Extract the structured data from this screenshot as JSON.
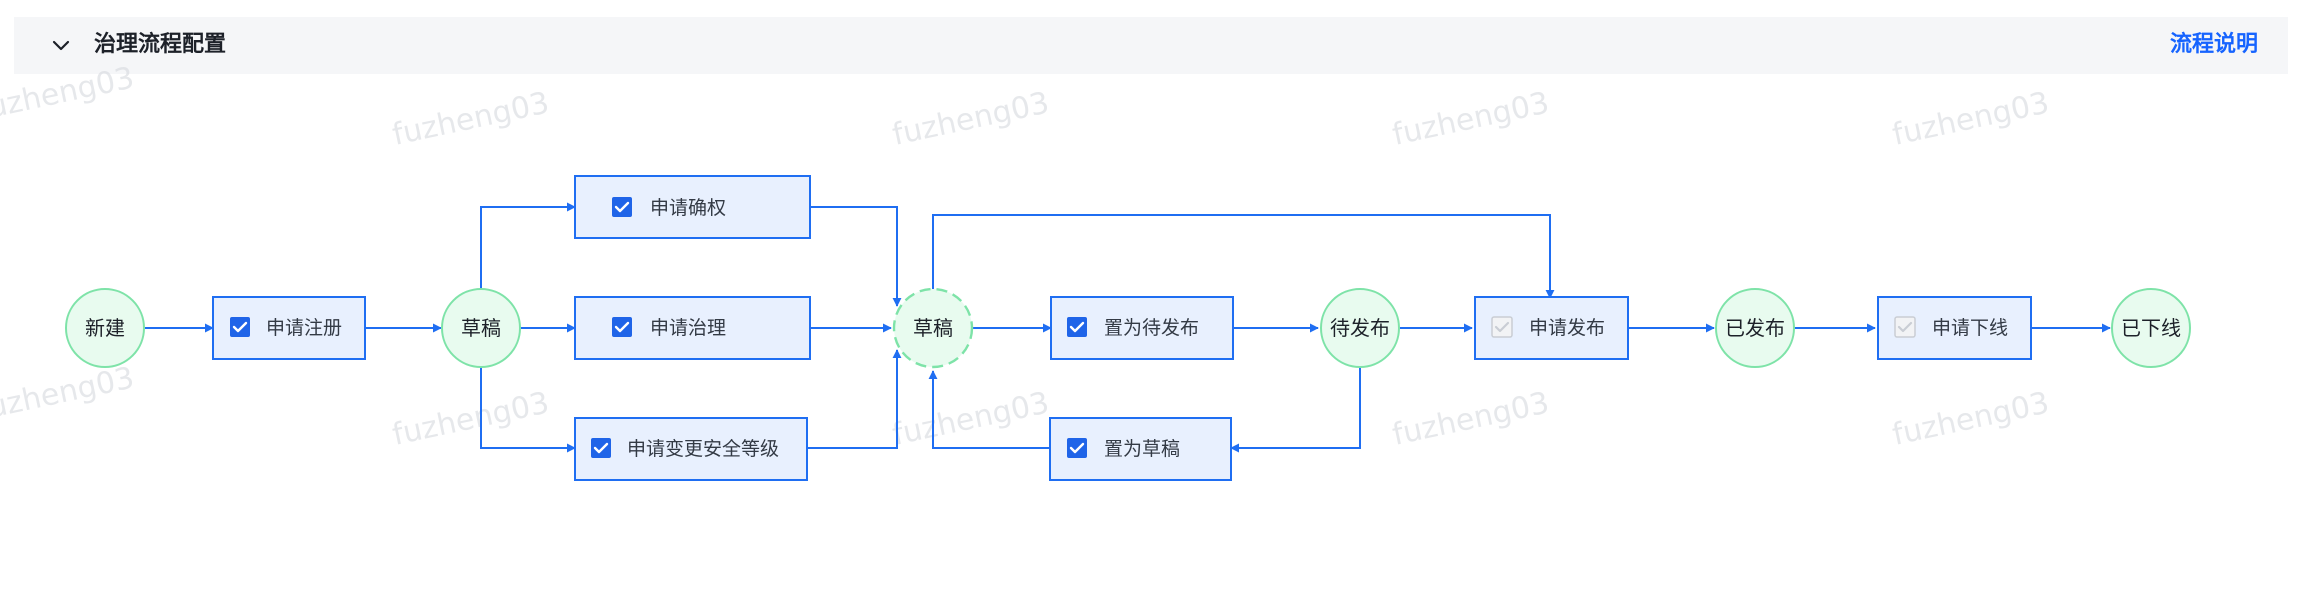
{
  "header": {
    "title": "治理流程配置",
    "help_link": "流程说明",
    "collapse_icon": "chevron-down-icon"
  },
  "watermark": "fuzheng03",
  "colors": {
    "accent": "#1664ff",
    "state_fill": "#e8fbef",
    "state_stroke": "#7ee3a8",
    "action_fill": "#e8f0fe",
    "action_stroke": "#1f6ef2",
    "checkbox_checked": "#1f64e8",
    "checkbox_disabled": "#c9cdd4"
  },
  "states": {
    "new": "新建",
    "draft1": "草稿",
    "draft2": "草稿",
    "pending": "待发布",
    "published": "已发布",
    "offline": "已下线"
  },
  "actions": {
    "apply_register": {
      "label": "申请注册",
      "checked": true,
      "disabled": false
    },
    "apply_confirm": {
      "label": "申请确权",
      "checked": true,
      "disabled": false
    },
    "apply_govern": {
      "label": "申请治理",
      "checked": true,
      "disabled": false
    },
    "apply_security": {
      "label": "申请变更安全等级",
      "checked": true,
      "disabled": false
    },
    "set_pending": {
      "label": "置为待发布",
      "checked": true,
      "disabled": false
    },
    "set_draft": {
      "label": "置为草稿",
      "checked": true,
      "disabled": false
    },
    "apply_publish": {
      "label": "申请发布",
      "checked": true,
      "disabled": true
    },
    "apply_offline": {
      "label": "申请下线",
      "checked": true,
      "disabled": true
    }
  }
}
